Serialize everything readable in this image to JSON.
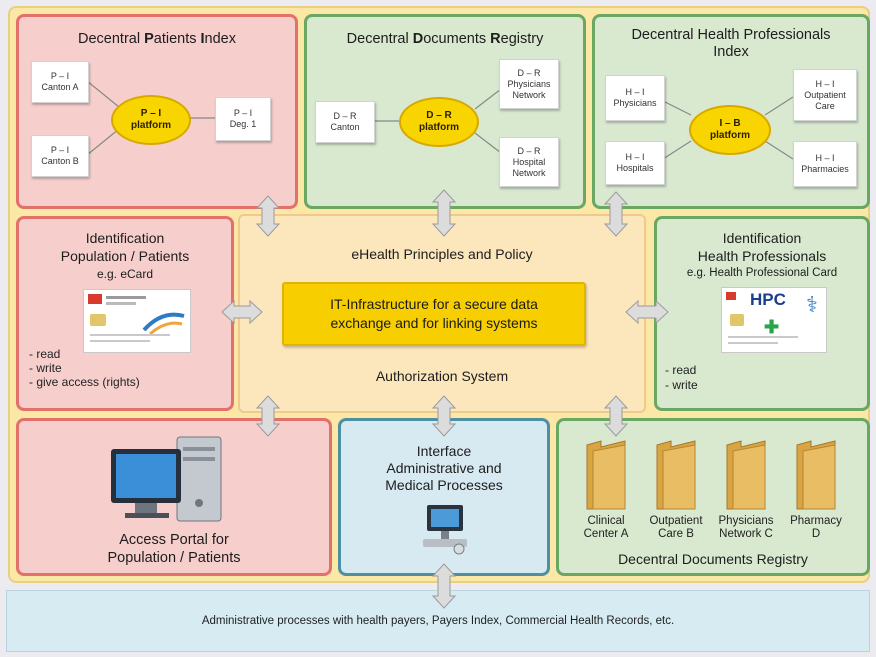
{
  "patients_index": {
    "title_parts": [
      "Decentral ",
      "P",
      "atients ",
      "I",
      "ndex"
    ],
    "nodes": {
      "canton_a": "P – I\nCanton A",
      "canton_b": "P – I\nCanton B",
      "deg": "P – I\nDeg. 1"
    },
    "hub": "P – I\nplatform"
  },
  "documents_registry_top": {
    "title_parts": [
      "Decentral ",
      "D",
      "ocuments ",
      "R",
      "egistry"
    ],
    "nodes": {
      "canton": "D – R\nCanton",
      "physicians": "D – R\nPhysicians\nNetwork",
      "hospital": "D – R\nHospital\nNetwork"
    },
    "hub": "D – R\nplatform"
  },
  "health_professionals_index": {
    "title": "Decentral Health Professionals\nIndex",
    "nodes": {
      "physicians": "H – I\nPhysicians",
      "outpatient": "H – I\nOutpatient\nCare",
      "hospitals": "H – I\nHospitals",
      "pharmacies": "H – I\nPharmacies"
    },
    "hub": "I – B\nplatform"
  },
  "identification_patients": {
    "title": "Identification\nPopulation / Patients",
    "subtitle": "e.g. eCard",
    "items": [
      "- read",
      "- write",
      "- give access (rights)"
    ]
  },
  "center": {
    "principles": "eHealth Principles and Policy",
    "infra": "IT-Infrastructure for a secure data\nexchange and for linking systems",
    "auth": "Authorization System"
  },
  "identification_professionals": {
    "title": "Identification\nHealth Professionals",
    "subtitle": "e.g. Health Professional Card",
    "card_label": "HPC",
    "items": [
      "- read",
      "- write"
    ]
  },
  "access_portal": {
    "label": "Access Portal for\nPopulation / Patients"
  },
  "interface": {
    "label": "Interface\nAdministrative and\nMedical Processes"
  },
  "documents_registry_bottom": {
    "folders": [
      "Clinical\nCenter A",
      "Outpatient\nCare B",
      "Physicians\nNetwork C",
      "Pharmacy\nD"
    ],
    "label": "Decentral Documents Registry"
  },
  "footer": "Administrative processes with health payers, Payers Index, Commercial Health Records, etc.",
  "colors": {
    "red": "#e2716c",
    "green": "#6aa763",
    "blue": "#4f8fa4",
    "yellow": "#f8d500",
    "arrow": "#dcdcdc"
  }
}
